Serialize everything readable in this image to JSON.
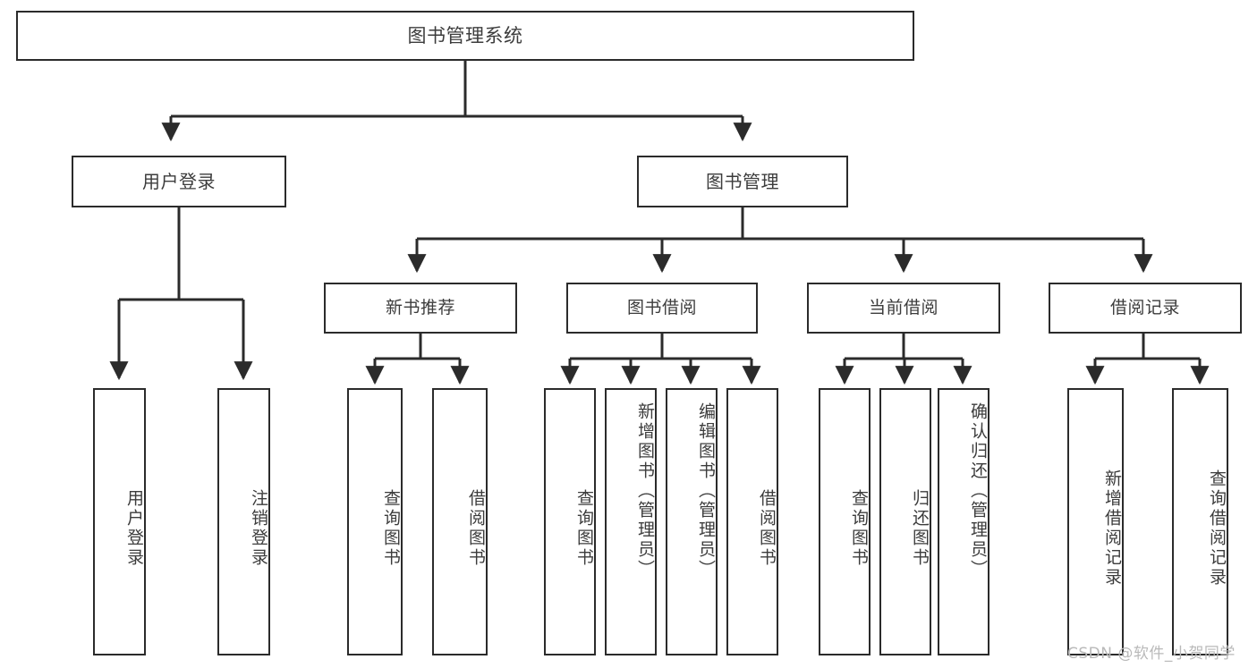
{
  "diagram": {
    "title": "图书管理系统",
    "watermark": "CSDN @软件_小贺同学",
    "colors": {
      "stroke": "#2b2b2b",
      "fill": "#ffffff",
      "text": "#3c3c3c",
      "watermark": "#b9b9b9"
    },
    "root": {
      "label": "图书管理系统"
    },
    "level1": [
      {
        "label": "用户登录"
      },
      {
        "label": "图书管理"
      }
    ],
    "level2": [
      {
        "label": "新书推荐"
      },
      {
        "label": "图书借阅"
      },
      {
        "label": "当前借阅"
      },
      {
        "label": "借阅记录"
      }
    ],
    "leaves": {
      "user_login": [
        {
          "label": "用户登录"
        },
        {
          "label": "注销登录"
        }
      ],
      "new_book": [
        {
          "label": "查询图书"
        },
        {
          "label": "借阅图书"
        }
      ],
      "borrow": [
        {
          "label": "查询图书"
        },
        {
          "label": "新增图书（管理员）"
        },
        {
          "label": "编辑图书（管理员）"
        },
        {
          "label": "借阅图书"
        }
      ],
      "current": [
        {
          "label": "查询图书"
        },
        {
          "label": "归还图书"
        },
        {
          "label": "确认归还（管理员）"
        }
      ],
      "records": [
        {
          "label": "新增借阅记录"
        },
        {
          "label": "查询借阅记录"
        }
      ]
    }
  }
}
